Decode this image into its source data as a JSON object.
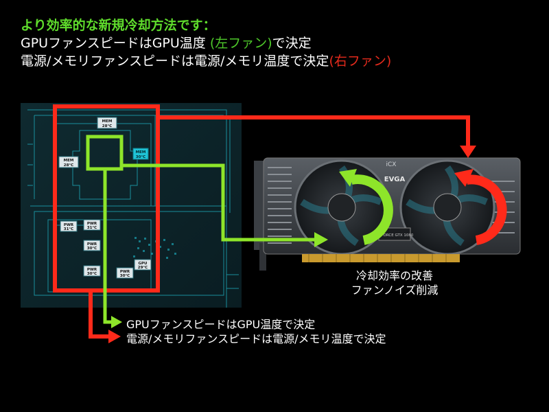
{
  "header": {
    "line1": "より効率的な新規冷却方法です：",
    "line2_main": "GPUファンスピードはGPU温度 ",
    "line2_paren": "(左ファン)",
    "line2_end": "で決定",
    "line3_main": "電源/メモリファンスピードは電源/メモリ温度で決定",
    "line3_paren": "(右ファン)"
  },
  "board_labels": {
    "mem_top": "MEM",
    "mem_top_temp": "28°C",
    "mem_left": "MEM",
    "mem_left_temp": "28°C",
    "mem_right": "MEM",
    "mem_right_temp": "30°C",
    "pwr1": "PWR",
    "pwr1_temp": "31°C",
    "pwr2": "PWR",
    "pwr2_temp": "31°C",
    "pwr3": "PWR",
    "pwr3_temp": "30°C",
    "pwr4": "PWR",
    "pwr4_temp": "30°C",
    "pwr5": "PWR",
    "pwr5_temp": "30°C",
    "gpu": "GPU",
    "gpu_temp": "29°C"
  },
  "card": {
    "brand": "EVGA",
    "model": "GEFORCE GTX 1080",
    "badge": "iCX"
  },
  "benefits": {
    "line1": "冷却効率の改善",
    "line2": "ファンノイズ削減"
  },
  "legend": {
    "gpu_line": "GPUファンスピードはGPU温度で決定",
    "mem_line": "電源/メモリファンスピードは電源/メモリ温度で決定"
  },
  "colors": {
    "green": "#8ee52a",
    "red": "#ff2a1a",
    "board_cyan": "#1fc3d6"
  }
}
